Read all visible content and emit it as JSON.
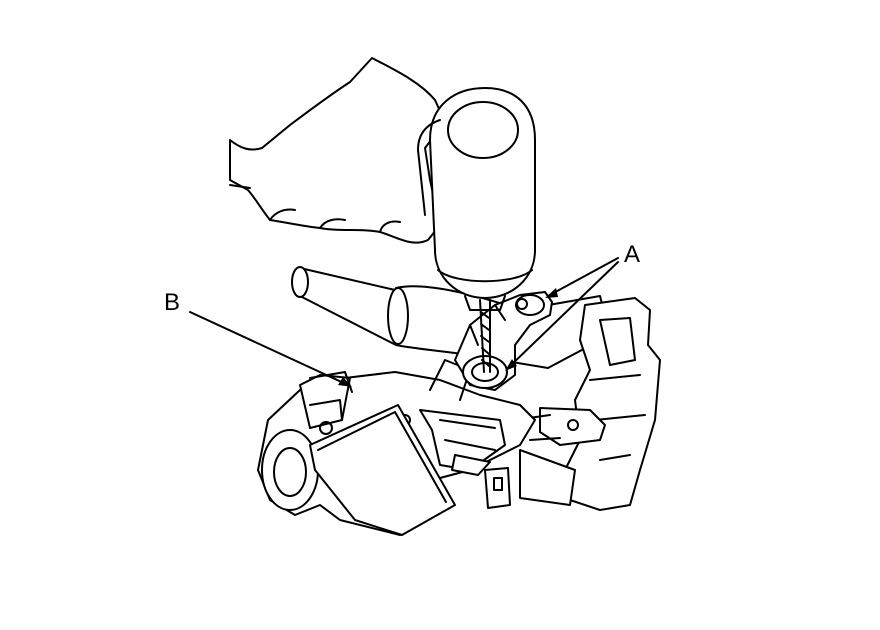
{
  "diagram": {
    "line_color": "#000000",
    "background_color": "#ffffff",
    "callouts": [
      {
        "id": "A",
        "label": "A"
      },
      {
        "id": "B",
        "label": "B"
      }
    ]
  }
}
